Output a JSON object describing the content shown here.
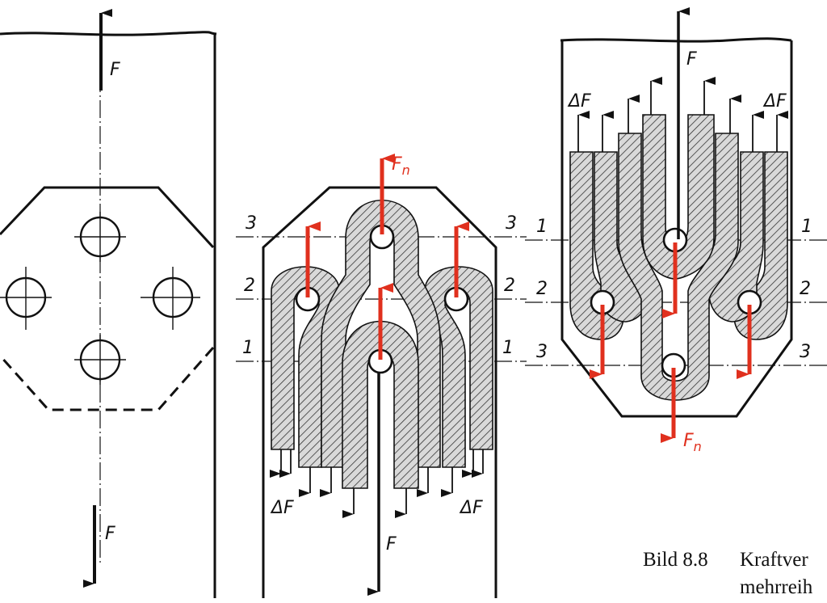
{
  "figure": {
    "left": {
      "force_top": "F",
      "force_bottom": "F"
    },
    "middle": {
      "force_top": "F",
      "force_top_red": "F",
      "force_top_red_sub": "n",
      "delta_left": "ΔF",
      "delta_right": "ΔF",
      "sections_left": [
        "3",
        "2",
        "1"
      ],
      "sections_right": [
        "3",
        "2",
        "1"
      ]
    },
    "right": {
      "force_top": "F",
      "force_bottom_red": "F",
      "force_bottom_red_sub": "n",
      "delta_left": "ΔF",
      "delta_right": "ΔF",
      "sections_left": [
        "1",
        "2",
        "3"
      ],
      "sections_right": [
        "1",
        "2",
        "3"
      ]
    }
  },
  "caption": {
    "label": "Bild 8.8",
    "line1": "Kraftver",
    "line2": "mehrreih"
  },
  "colors": {
    "force_red": "#e0301e",
    "ink": "#111111"
  }
}
